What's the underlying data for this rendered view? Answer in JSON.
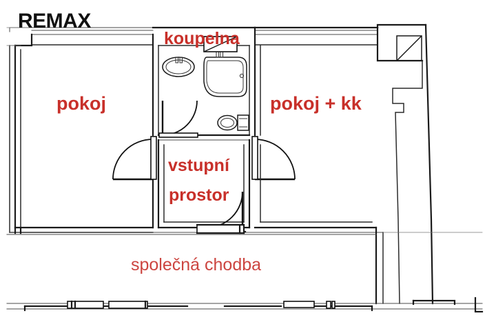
{
  "document": {
    "type": "floor-plan",
    "watermark": "REMAX"
  },
  "rooms": [
    {
      "id": "pokoj",
      "label": "pokoj",
      "color": "#c8302a"
    },
    {
      "id": "koupelna",
      "label": "koupelna",
      "color": "#c8302a"
    },
    {
      "id": "pokoj_kk",
      "label": "pokoj + kk",
      "color": "#c8302a"
    },
    {
      "id": "vstupni",
      "label_line1": "vstupní",
      "label_line2": "prostor",
      "color": "#c8302a"
    },
    {
      "id": "chodba",
      "label": "společná chodba",
      "color": "#cc4540"
    }
  ],
  "labels": {
    "pokoj": "pokoj",
    "koupelna": "koupelna",
    "pokoj_kk": "pokoj + kk",
    "vstupni_line1": "vstupní",
    "vstupni_line2": "prostor",
    "spolecna_chodba": "společná chodba"
  },
  "fixtures": [
    {
      "name": "washbasin-fixture",
      "room": "koupelna"
    },
    {
      "name": "bathtub-fixture",
      "room": "koupelna"
    },
    {
      "name": "toilet-fixture",
      "room": "koupelna"
    },
    {
      "name": "shaft-fixture",
      "room": "pokoj_kk"
    }
  ],
  "doors": [
    {
      "name": "door-pokoj",
      "swing": "left"
    },
    {
      "name": "door-pokoj-kk",
      "swing": "right"
    },
    {
      "name": "door-entry",
      "swing": "up"
    },
    {
      "name": "door-koupelna",
      "swing": "left"
    }
  ],
  "colors": {
    "label_red": "#c8302a",
    "label_red_light": "#cc4540",
    "wall": "#1a1a1a",
    "background": "#ffffff"
  }
}
